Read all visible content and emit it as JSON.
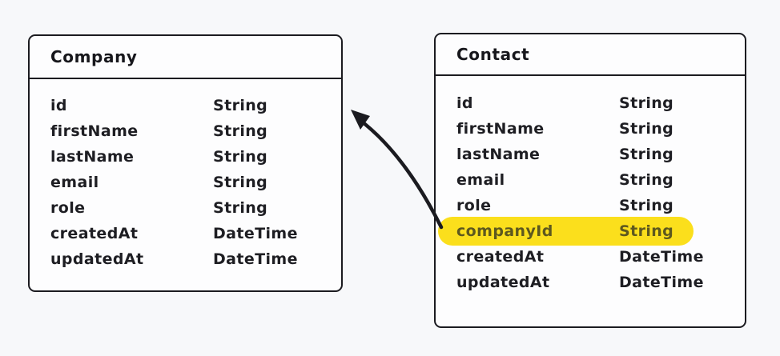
{
  "canvas": {
    "background": "#f7f8fa",
    "stroke_color": "#1b1b20",
    "text_color": "#1e1e23"
  },
  "tables": [
    {
      "name": "Company",
      "fields": [
        {
          "name": "id",
          "type": "String"
        },
        {
          "name": "firstName",
          "type": "String"
        },
        {
          "name": "lastName",
          "type": "String"
        },
        {
          "name": "email",
          "type": "String"
        },
        {
          "name": "role",
          "type": "String"
        },
        {
          "name": "createdAt",
          "type": "DateTime"
        },
        {
          "name": "updatedAt",
          "type": "DateTime"
        }
      ]
    },
    {
      "name": "Contact",
      "fields": [
        {
          "name": "id",
          "type": "String"
        },
        {
          "name": "firstName",
          "type": "String"
        },
        {
          "name": "lastName",
          "type": "String"
        },
        {
          "name": "email",
          "type": "String"
        },
        {
          "name": "role",
          "type": "String"
        },
        {
          "name": "companyId",
          "type": "String",
          "highlighted": true
        },
        {
          "name": "createdAt",
          "type": "DateTime"
        },
        {
          "name": "updatedAt",
          "type": "DateTime"
        }
      ]
    }
  ],
  "highlight": {
    "field": "companyId",
    "color": "#fbdf1c",
    "text_color": "#5d581f"
  },
  "arrow": {
    "from_table": "Contact",
    "from_field": "companyId",
    "to_table": "Company",
    "color": "#1b1b20"
  }
}
